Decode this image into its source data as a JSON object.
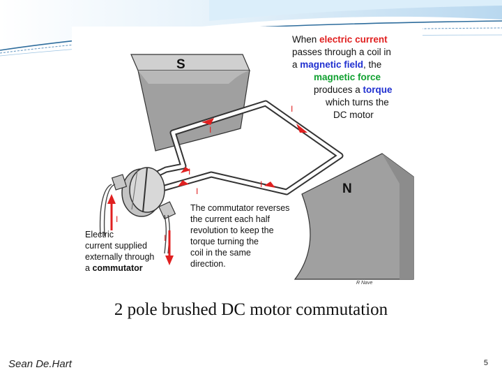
{
  "caption": "2 pole brushed DC motor commutation",
  "author": "Sean De.Hart",
  "slide_number": "5",
  "diagram": {
    "pole_s": "S",
    "pole_n": "N",
    "current_symbol": "I",
    "credit": "R Nave",
    "top_text": {
      "l1_a": "When ",
      "l1_b": "electric current",
      "l2": "passes through a  coil in",
      "l3_a": "a ",
      "l3_b": "magnetic field",
      "l3_c": ", the",
      "l4": "magnetic force",
      "l5_a": "produces a ",
      "l5_b": "torque",
      "l6": "which turns the",
      "l7": "DC motor"
    },
    "commutator_text": [
      "The commutator reverses",
      "the current each half",
      "revolution to keep the",
      "torque turning the",
      "coil in the same",
      "direction."
    ],
    "external_text": {
      "l1": "Electric",
      "l2": "current supplied",
      "l3": "externally through",
      "l4_a": "a ",
      "l4_b": "commutator"
    },
    "colors": {
      "red": "#e02020",
      "blue": "#2030d0",
      "green": "#10a030",
      "magnet": "#9c9c9c"
    }
  }
}
